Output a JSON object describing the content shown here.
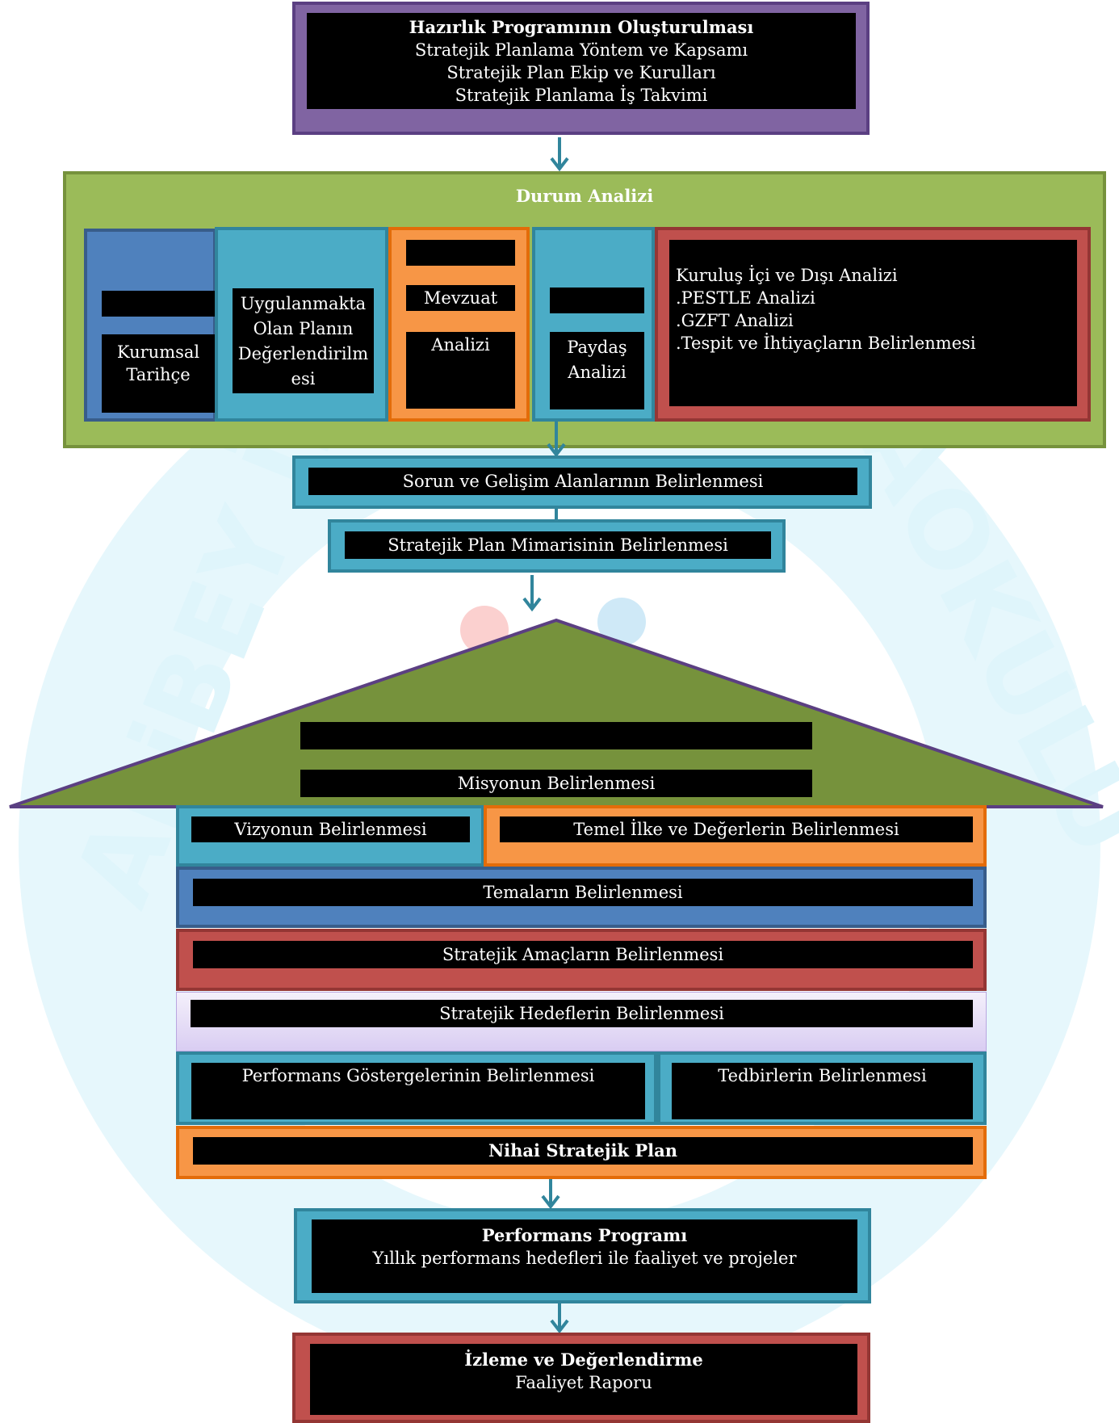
{
  "colors": {
    "purple_border": "#5b3f82",
    "purple_fill": "#8064a2",
    "green_border": "#76923c",
    "green_fill": "#9bbb59",
    "blue_border": "#385d8a",
    "blue_fill": "#4f81bd",
    "teal_border": "#31859c",
    "teal_fill": "#4bacc6",
    "orange_border": "#e36c09",
    "orange_fill": "#f79646",
    "red_border": "#943634",
    "red_fill": "#c0504d",
    "olive_roof": "#76923c",
    "lavender_fill": "#e5dff5",
    "arrow": "#31859c",
    "watermark": "#dff5fb"
  },
  "watermark": {
    "left_text": "ALiBEY İLÇ",
    "right_text": "AOKULU"
  },
  "hazirlik": {
    "title": "Hazırlık Programının Oluşturulması",
    "lines": [
      "Stratejik Planlama Yöntem ve Kapsamı",
      "Stratejik Plan Ekip ve Kurulları",
      "Stratejik Planlama İş Takvimi"
    ]
  },
  "durum": {
    "title": "Durum Analizi",
    "kurumsal": [
      "Kurumsal",
      "Tarihçe"
    ],
    "uygulanmakta": [
      "Uygulanmakta",
      "Olan Planın",
      "Değerlendirilm",
      "esi"
    ],
    "mevzuat": [
      "Mevzuat",
      "Analizi"
    ],
    "paydas": [
      "Paydaş",
      "Analizi"
    ],
    "kurulus": [
      "Kuruluş  İçi  ve Dışı Analizi",
      ".PESTLE Analizi",
      ".GZFT Analizi",
      ".Tespit ve İhtiyaçların Belirlenmesi"
    ]
  },
  "sorun": "Sorun ve Gelişim Alanlarının Belirlenmesi",
  "mimari": "Stratejik Plan Mimarisinin Belirlenmesi",
  "misyon": "Misyonun Belirlenmesi",
  "vizyon": "Vizyonun Belirlenmesi",
  "temel": "Temel İlke ve Değerlerin Belirlenmesi",
  "temalar": "Temaların Belirlenmesi",
  "amaclar": "Stratejik Amaçların Belirlenmesi",
  "hedefler": "Stratejik Hedeflerin Belirlenmesi",
  "performans_gosterge": "Performans Göstergelerinin Belirlenmesi",
  "tedbirler": "Tedbirlerin Belirlenmesi",
  "nihai": "Nihai Stratejik Plan",
  "performans_programi": {
    "title": "Performans Programı",
    "line": "Yıllık performans hedefleri ile faaliyet ve projeler"
  },
  "izleme": {
    "title": "İzleme ve Değerlendirme",
    "line": "Faaliyet Raporu"
  }
}
